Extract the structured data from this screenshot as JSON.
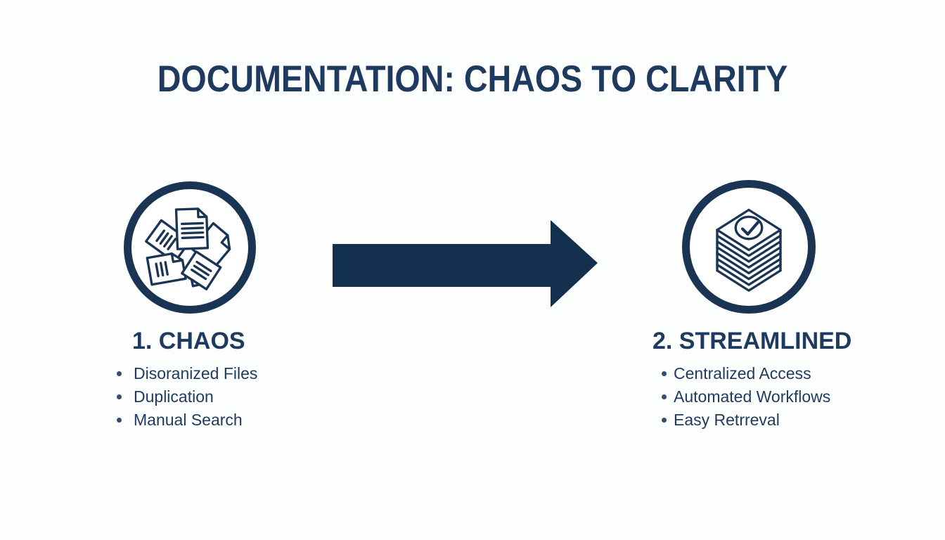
{
  "title": "DOCUMENTATION: CHAOS TO CLARITY",
  "colors": {
    "navy_text": "#1e3a5f",
    "navy_shape": "#1a3554",
    "arrow": "#14304f",
    "background": "#fcfdfd"
  },
  "arrow": {
    "icon": "right-arrow-icon",
    "direction": "right"
  },
  "left": {
    "heading": "1. CHAOS",
    "icon": "scattered-documents-icon",
    "items": [
      "Disoranized Files",
      "Duplication",
      "Manual Search"
    ]
  },
  "right": {
    "heading": "2. STREAMLINED",
    "icon": "document-stack-check-icon",
    "items": [
      "Centralized Access",
      "Automated Workflows",
      "Easy Retrreval"
    ]
  }
}
